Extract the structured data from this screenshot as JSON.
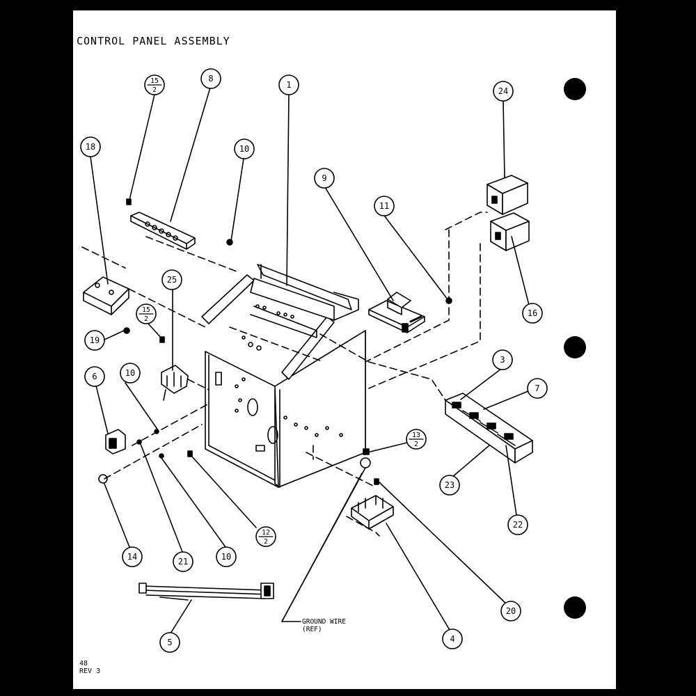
{
  "title": "CONTROL PANEL ASSEMBLY",
  "footer": {
    "line1": "48",
    "line2": "REV 3"
  },
  "note": {
    "line1": "GROUND WIRE",
    "line2": "(REF)"
  },
  "callouts": [
    {
      "id": "1",
      "label": "1"
    },
    {
      "id": "3",
      "label": "3"
    },
    {
      "id": "4",
      "label": "4"
    },
    {
      "id": "5",
      "label": "5"
    },
    {
      "id": "6",
      "label": "6"
    },
    {
      "id": "7",
      "label": "7"
    },
    {
      "id": "8",
      "label": "8"
    },
    {
      "id": "9",
      "label": "9"
    },
    {
      "id": "10a",
      "label": "10"
    },
    {
      "id": "10b",
      "label": "10"
    },
    {
      "id": "10c",
      "label": "10"
    },
    {
      "id": "11",
      "label": "11"
    },
    {
      "id": "14",
      "label": "14"
    },
    {
      "id": "16",
      "label": "16"
    },
    {
      "id": "18",
      "label": "18"
    },
    {
      "id": "19",
      "label": "19"
    },
    {
      "id": "20",
      "label": "20"
    },
    {
      "id": "21",
      "label": "21"
    },
    {
      "id": "22",
      "label": "22"
    },
    {
      "id": "23",
      "label": "23"
    },
    {
      "id": "24",
      "label": "24"
    },
    {
      "id": "25",
      "label": "25"
    }
  ],
  "fraction_callouts": [
    {
      "id": "15-2a",
      "num": "15",
      "den": "2"
    },
    {
      "id": "15-2b",
      "num": "15",
      "den": "2"
    },
    {
      "id": "13-2",
      "num": "13",
      "den": "2"
    },
    {
      "id": "12-2",
      "num": "12",
      "den": "2"
    }
  ]
}
